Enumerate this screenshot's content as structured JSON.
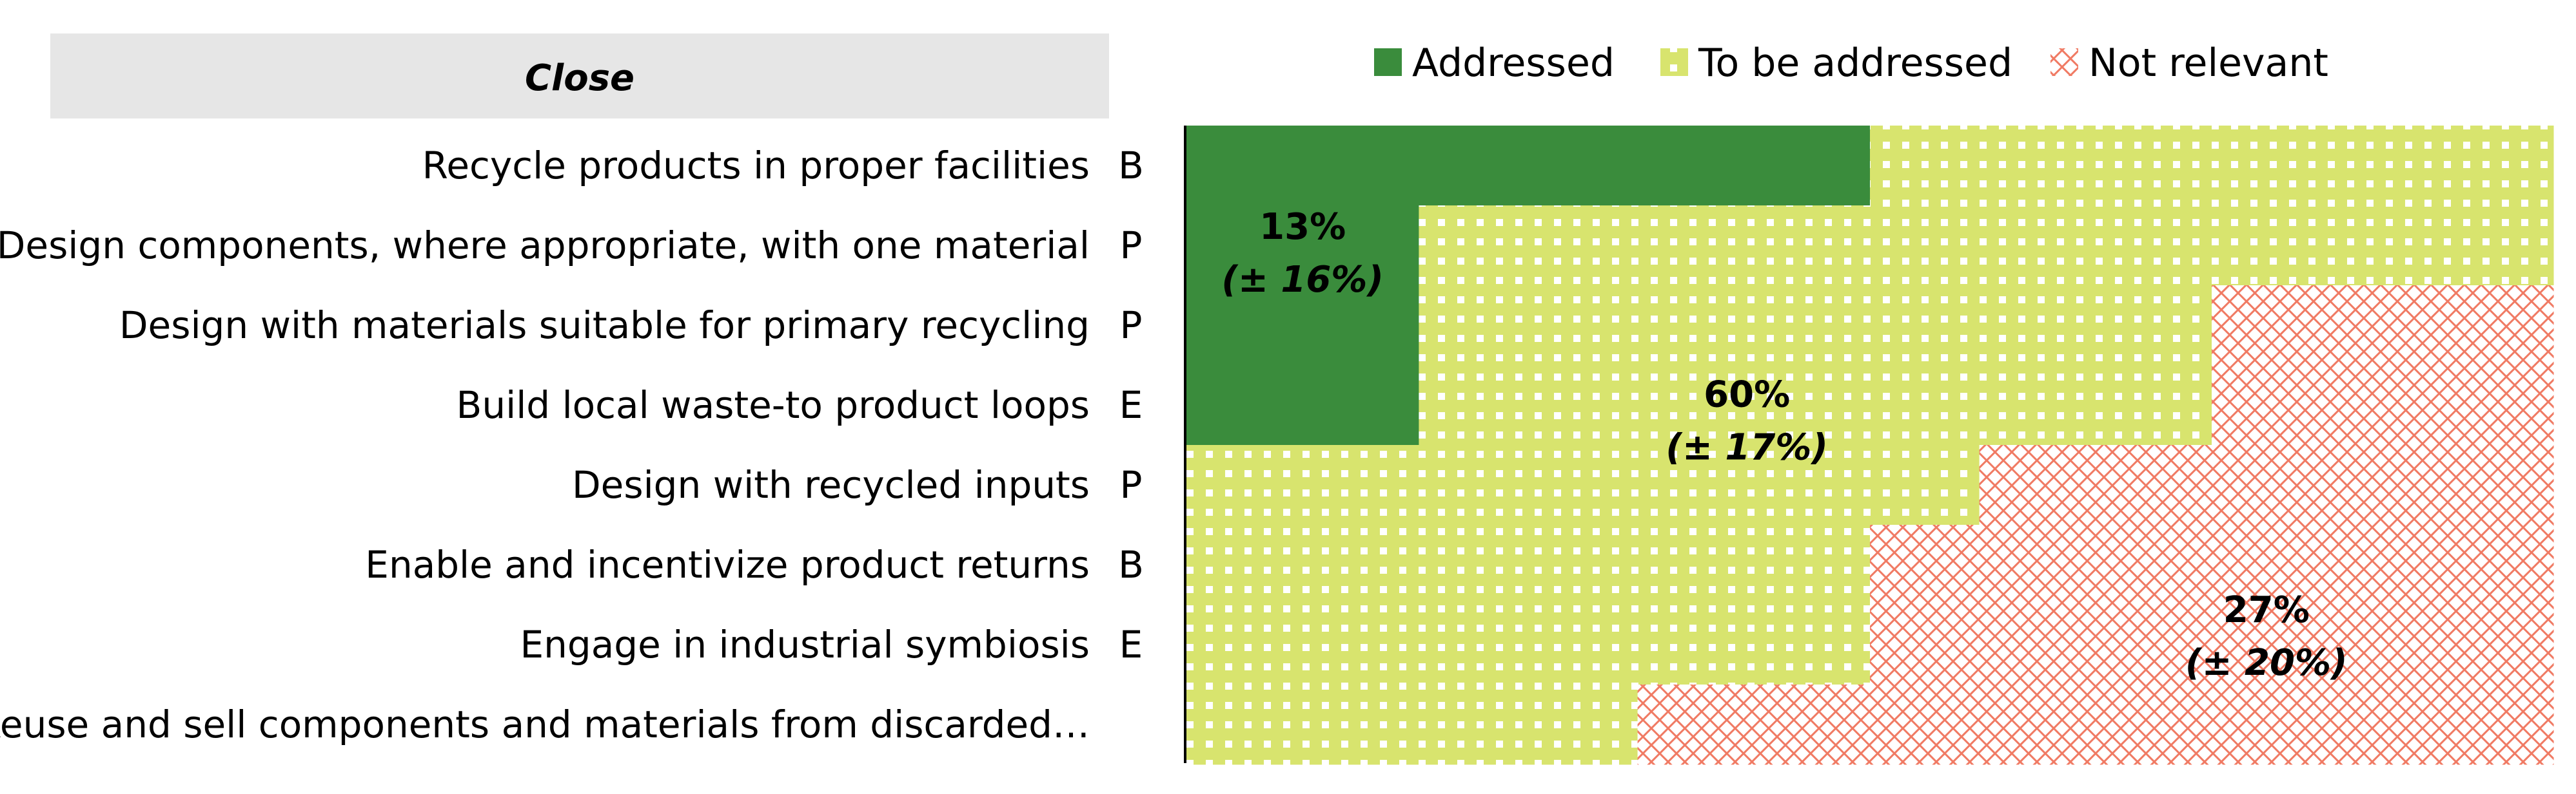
{
  "chart_data": {
    "type": "area",
    "title": "Close",
    "categories": [
      "Recycle products in proper facilities",
      "Design components, where appropriate, with one material",
      "Design with materials suitable for primary recycling",
      "Build local waste-to product loops",
      "Design with recycled inputs",
      "Enable and incentivize product returns",
      "Engage in industrial symbiosis",
      "Reuse and sell components and materials from discarded…"
    ],
    "category_codes": [
      "B",
      "P",
      "P",
      "E",
      "P",
      "B",
      "E",
      ""
    ],
    "xlim": [
      0,
      100
    ],
    "legend_position": "top",
    "series": [
      {
        "name": "Addressed",
        "color": "#3a8c3c",
        "values": [
          50,
          17,
          17,
          17,
          0,
          0,
          0,
          0
        ]
      },
      {
        "name": "To be addressed",
        "color": "#d8e46e",
        "pattern": "dots",
        "values": [
          50,
          83,
          58,
          58,
          58,
          50,
          50,
          33
        ]
      },
      {
        "name": "Not relevant",
        "color": "#f07a63",
        "pattern": "crosshatch",
        "values": [
          0,
          0,
          25,
          25,
          42,
          50,
          50,
          67
        ]
      }
    ],
    "annotations": [
      {
        "series": "Addressed",
        "pct": "13%",
        "ci": "(± 16%)",
        "row": 1.5,
        "x": 8.5
      },
      {
        "series": "To be addressed",
        "pct": "60%",
        "ci": "(± 17%)",
        "row": 3.6,
        "x": 41
      },
      {
        "series": "Not relevant",
        "pct": "27%",
        "ci": "(± 20%)",
        "row": 6.3,
        "x": 79
      }
    ]
  }
}
